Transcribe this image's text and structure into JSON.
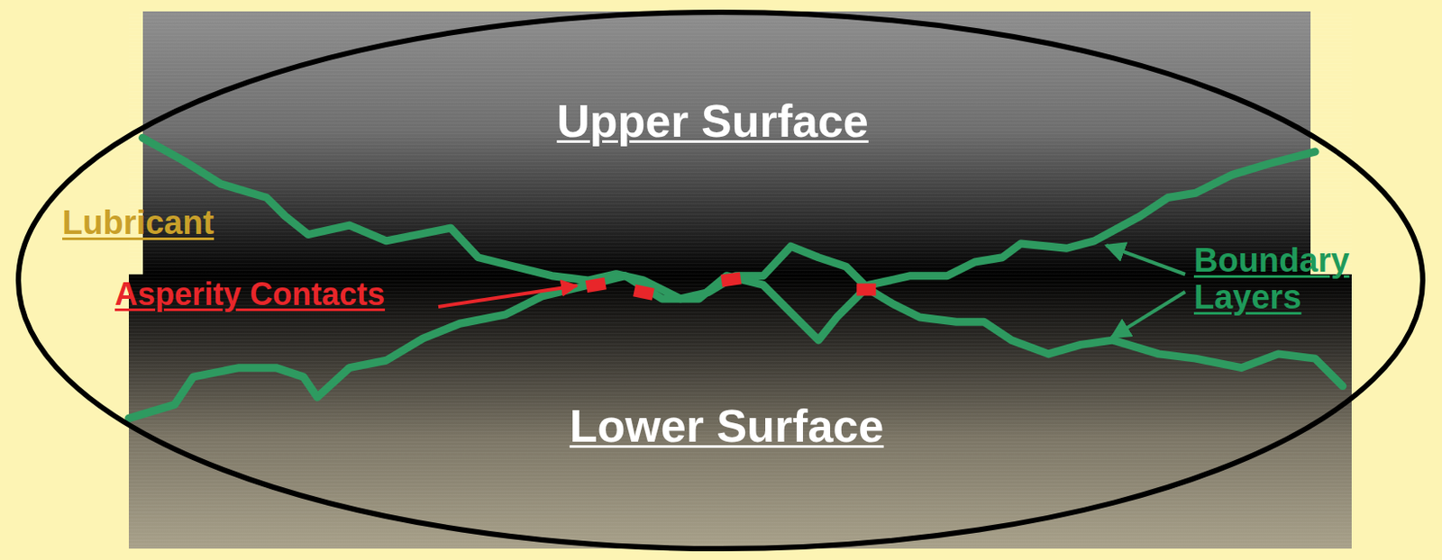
{
  "diagram": {
    "labels": [
      "Upper Surface",
      "Lubricant",
      "Asperity Contacts",
      "Boundary Layers",
      "Lower Surface"
    ]
  }
}
